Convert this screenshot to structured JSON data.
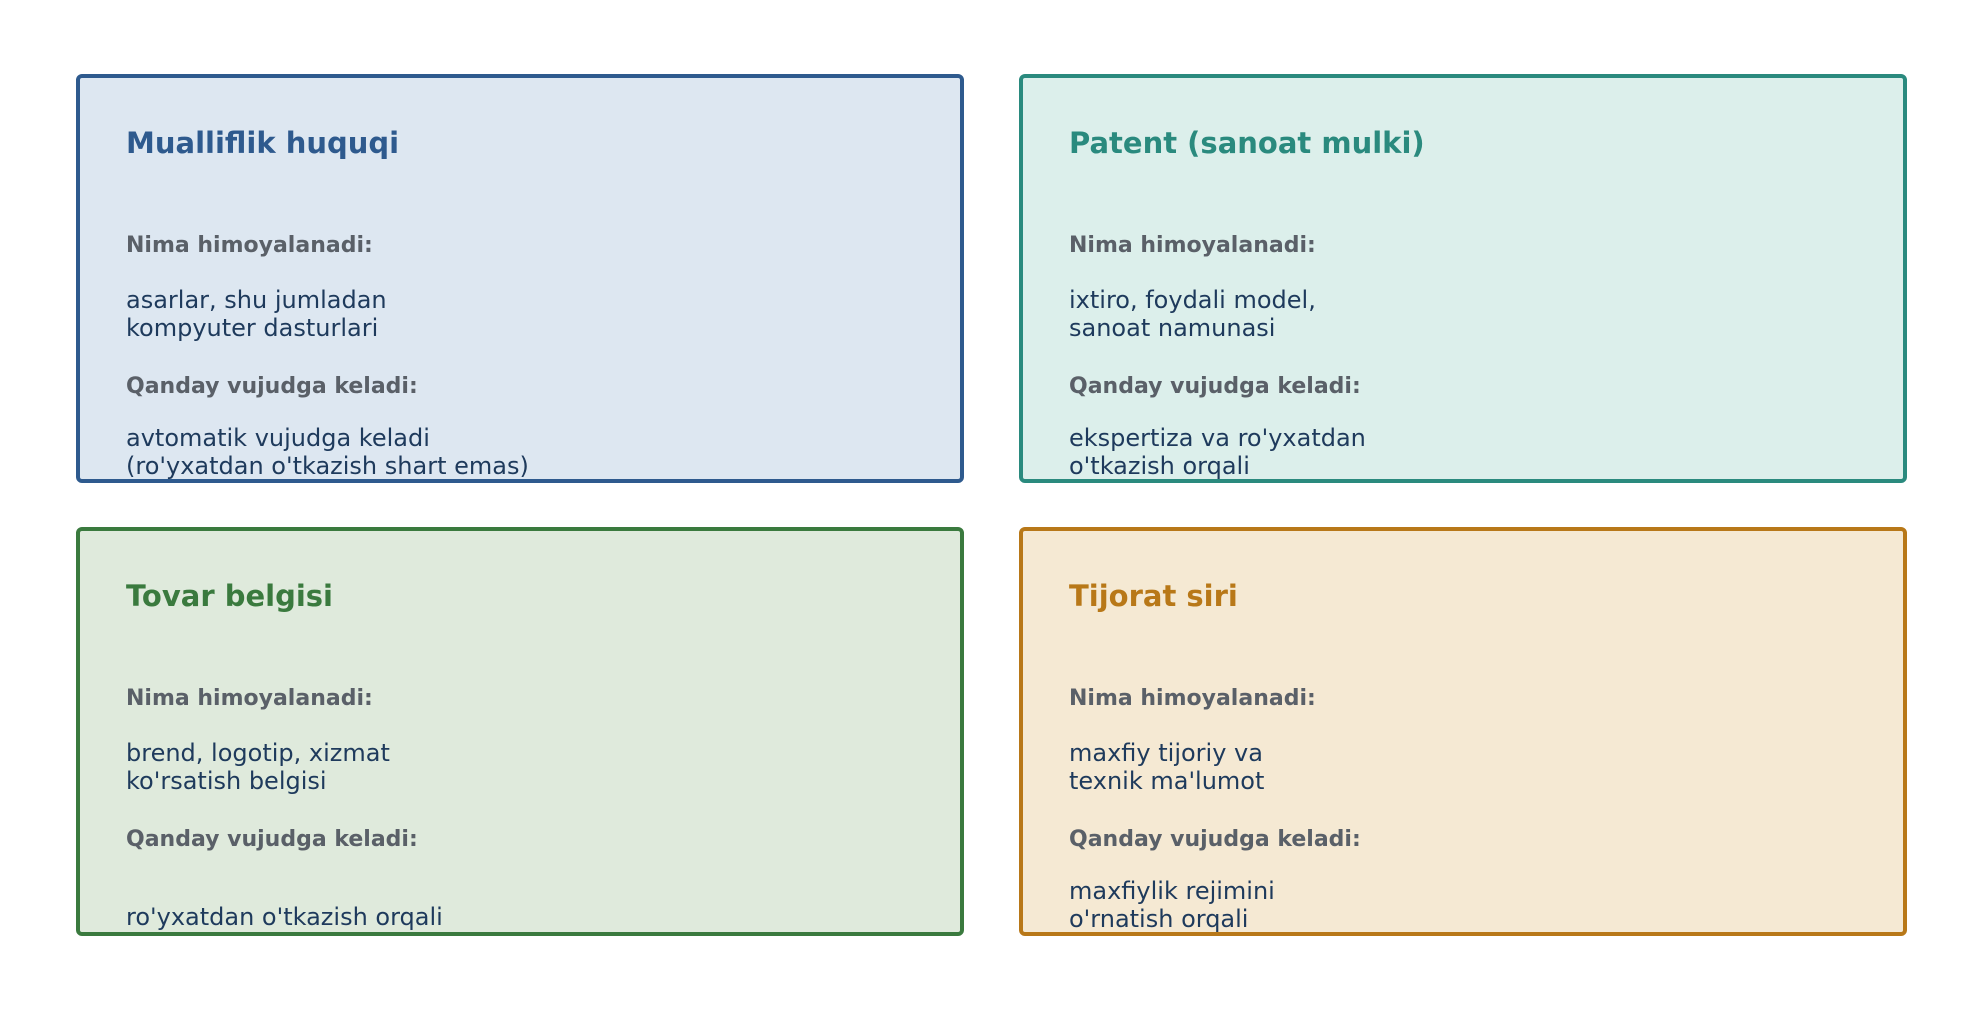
{
  "cards": [
    {
      "title": "Mualliflik huquqi",
      "what_label": "Nima himoyalanadi:",
      "what_lines": [
        "asarlar, shu jumladan",
        "kompyuter dasturlari"
      ],
      "how_label": "Qanday vujudga keladi:",
      "how_lines": [
        "avtomatik vujudga keladi",
        "(ro'yxatdan o'tkazish shart emas)"
      ],
      "colors": {
        "border": "#2e5a8e",
        "background": "#dde7f1",
        "title": "#2e5a8e"
      }
    },
    {
      "title": "Patent (sanoat mulki)",
      "what_label": "Nima himoyalanadi:",
      "what_lines": [
        "ixtiro, foydali model,",
        "sanoat namunasi"
      ],
      "how_label": "Qanday vujudga keladi:",
      "how_lines": [
        "ekspertiza va ro'yxatdan",
        "o'tkazish orqali"
      ],
      "colors": {
        "border": "#2a8a7e",
        "background": "#dcefeb",
        "title": "#2a8a7e"
      }
    },
    {
      "title": "Tovar belgisi",
      "what_label": "Nima himoyalanadi:",
      "what_lines": [
        "brend, logotip, xizmat",
        "ko'rsatish belgisi"
      ],
      "how_label": "Qanday vujudga keladi:",
      "how_lines": [
        "ro'yxatdan o'tkazish orqali"
      ],
      "colors": {
        "border": "#3a7a3e",
        "background": "#dfeadc",
        "title": "#3a7a3e"
      }
    },
    {
      "title": "Tijorat siri",
      "what_label": "Nima himoyalanadi:",
      "what_lines": [
        "maxfiy tijoriy va",
        "texnik ma'lumot"
      ],
      "how_label": "Qanday vujudga keladi:",
      "how_lines": [
        "maxfiylik rejimini",
        "o'rnatish orqali"
      ],
      "colors": {
        "border": "#b87818",
        "background": "#f5e9d3",
        "title": "#b87818"
      }
    }
  ]
}
